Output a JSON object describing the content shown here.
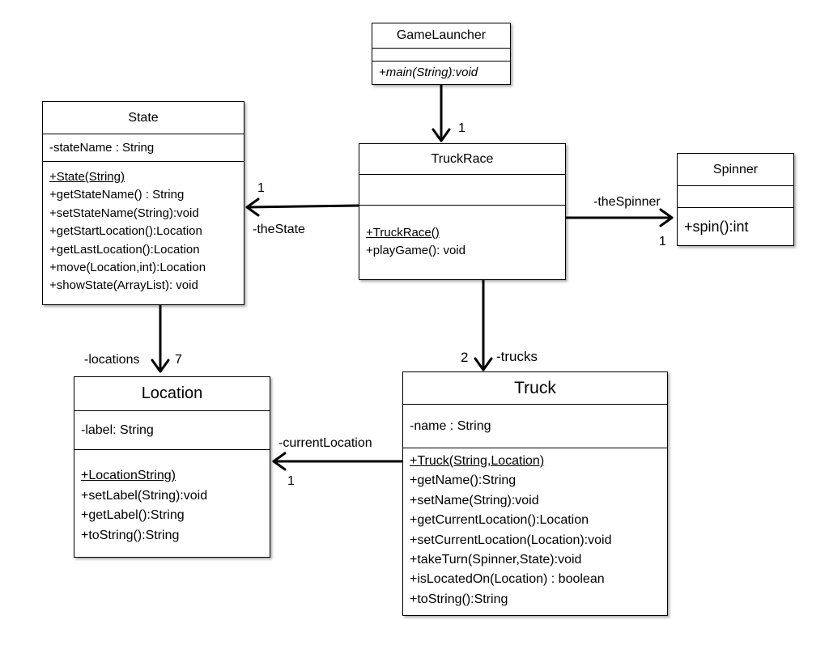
{
  "classes": {
    "game_launcher": {
      "name": "GameLauncher",
      "ops": [
        "+main(String):void"
      ]
    },
    "truck_race": {
      "name": "TruckRace",
      "ops": [
        "+TruckRace()",
        "+playGame(): void"
      ]
    },
    "state": {
      "name": "State",
      "attrs": [
        "-stateName : String"
      ],
      "ops": [
        "+State(String)",
        "+getStateName() : String",
        "+setStateName(String):void",
        "+getStartLocation():Location",
        "+getLastLocation():Location",
        "+move(Location,int):Location",
        "+showState(ArrayList): void"
      ]
    },
    "spinner": {
      "name": "Spinner",
      "ops": [
        "+spin():int"
      ]
    },
    "location": {
      "name": "Location",
      "attrs": [
        "-label: String"
      ],
      "ops": [
        "+LocationString)",
        "+setLabel(String):void",
        "+getLabel():String",
        "+toString():String"
      ]
    },
    "truck": {
      "name": "Truck",
      "attrs": [
        "-name : String"
      ],
      "ops": [
        "+Truck(String,Location)",
        "+getName():String",
        "+setName(String):void",
        "+getCurrentLocation():Location",
        "+setCurrentLocation(Location):void",
        "+takeTurn(Spinner,State):void",
        "+isLocatedOn(Location) : boolean",
        "+toString():String"
      ]
    }
  },
  "associations": {
    "launcher_to_race": {
      "multiplicity": "1"
    },
    "race_to_state": {
      "multiplicity": "1",
      "role": "-theState"
    },
    "race_to_spinner": {
      "multiplicity": "1",
      "role": "-theSpinner"
    },
    "state_to_location": {
      "multiplicity": "7",
      "role": "-locations"
    },
    "race_to_truck": {
      "multiplicity": "2",
      "role": "-trucks"
    },
    "truck_to_location": {
      "multiplicity": "1",
      "role": "-currentLocation"
    }
  }
}
